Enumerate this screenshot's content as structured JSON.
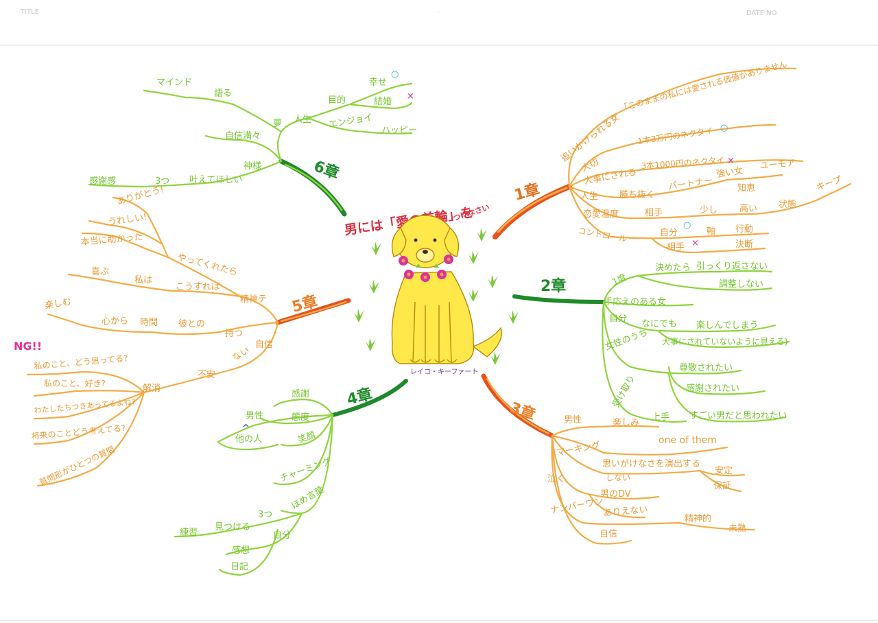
{
  "header": {
    "title_label": "TITLE",
    "date_label": "DATE NO",
    "dot": "."
  },
  "center": {
    "title_part1": "男には「愛の首輪」を",
    "title_part2": "つけなさい",
    "author": "レイコ・キーファート"
  },
  "colors": {
    "orange": "#f5ab45",
    "green": "#8ed43c",
    "dark_green": "#1f8a2a",
    "red_orange": "#e8501e",
    "magenta": "#e0309a",
    "cyan": "#2ab0e0",
    "dog_yellow": "#ffe94a"
  },
  "marks": {
    "circle": "○",
    "cross": "×",
    "caret": "^"
  },
  "ch1": {
    "labels": [
      "1章",
      "追いかけられる女",
      "大切",
      "「このままの私には愛される価値がありません",
      "大事にされる",
      "1本3万円のネクタイ",
      "3本1000円のネクタイ",
      "人生",
      "勝ち抜く",
      "パートナー",
      "強い女",
      "知恵",
      "ユーモア",
      "恋愛温度",
      "相手",
      "少し",
      "高い",
      "状態",
      "キープ",
      "コントロール",
      "自分",
      "軸",
      "行動",
      "相手",
      "決断"
    ]
  },
  "ch2": {
    "labels": [
      "2章",
      "1度",
      "決めたら",
      "引っくり返さない",
      "調整しない",
      "手応えのある女",
      "自分",
      "なにでも",
      "楽しんでしまう",
      "大事にされていないように見える)",
      "女性のうち",
      "尊敬されたい",
      "感謝されたい",
      "すごい男だと思われたい",
      "受け取り",
      "上手"
    ]
  },
  "ch3": {
    "labels": [
      "3章",
      "男性",
      "楽しみ",
      "one of them",
      "マーキング",
      "思いがけなさを演出する",
      "しない",
      "安定",
      "保証",
      "泣く",
      "男のDV",
      "ありえない",
      "ナンバーワン",
      "精神的",
      "未熟",
      "自信"
    ]
  },
  "ch4": {
    "labels": [
      "4章",
      "感謝",
      "態度",
      "笑顔",
      "チャーミング",
      "ほめ言葉",
      "男性",
      "他の人",
      "練習",
      "見つける",
      "3つ",
      "自分",
      "感想",
      "日記"
    ]
  },
  "ch5": {
    "labels": [
      "5章",
      "精神テ",
      "ありがとう!",
      "うれしい!",
      "本当に助かった",
      "やってくれたら",
      "喜ぶ",
      "私は",
      "こうすれば",
      "楽しむ",
      "心から",
      "時間",
      "彼との",
      "持つ",
      "自信",
      "ない",
      "不安",
      "解消",
      "NG!!",
      "私のこと、どう思ってる?",
      "私のこと、好き?",
      "わたしたちつきあってるよね?",
      "将来のことどう考えてる?",
      "質問形がひとつの質問"
    ]
  },
  "ch6": {
    "labels": [
      "6章",
      "マインド",
      "語る",
      "夢",
      "人生",
      "目的",
      "幸せ",
      "結婚",
      "エンジョイ",
      "ハッピー",
      "自信満々",
      "神様",
      "叶えてほしい",
      "3つ",
      "感謝感"
    ]
  }
}
